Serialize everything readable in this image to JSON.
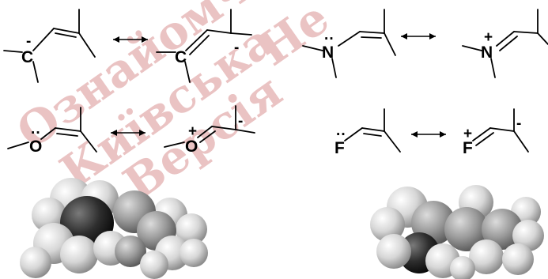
{
  "watermark": {
    "lines": [
      "Ознайомча",
      "Київська",
      "Версія",
      "Не"
    ],
    "color": "#e7b9b9"
  },
  "labels": {
    "carbon": "C",
    "nitrogen": "N",
    "oxygen": "O",
    "fluorine": "F",
    "plus": "+",
    "minus": "-",
    "lone_pair": "··"
  },
  "colors": {
    "background": "#ffffff",
    "ink": "#000000",
    "watermark": "#e7b9b9"
  }
}
